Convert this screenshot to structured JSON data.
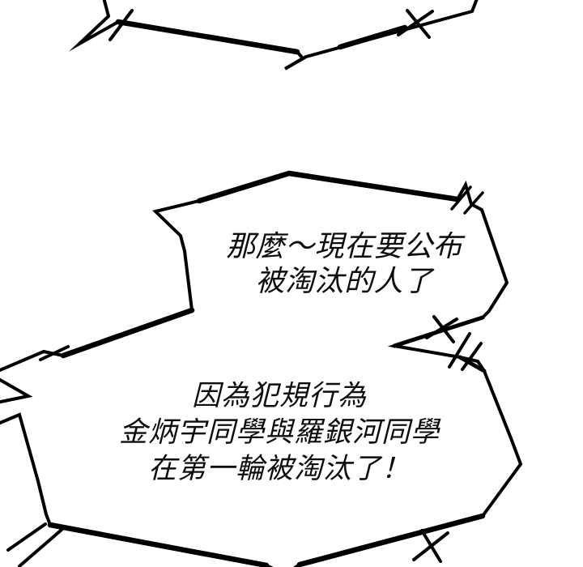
{
  "page": {
    "background_color": "#ffffff",
    "ink_color": "#000000",
    "text_color": "#0d0d0d"
  },
  "bubbles": {
    "top_partial": {
      "type": "jagged-shout-bubble",
      "lines": []
    },
    "middle": {
      "type": "jagged-shout-bubble",
      "lines": [
        "那麼～現在要公布",
        "被淘汰的人了"
      ]
    },
    "bottom": {
      "type": "jagged-shout-bubble",
      "lines": [
        "因為犯規行為",
        "金炳宇同學與羅銀河同學",
        "在第一輪被淘汰了！"
      ]
    }
  }
}
